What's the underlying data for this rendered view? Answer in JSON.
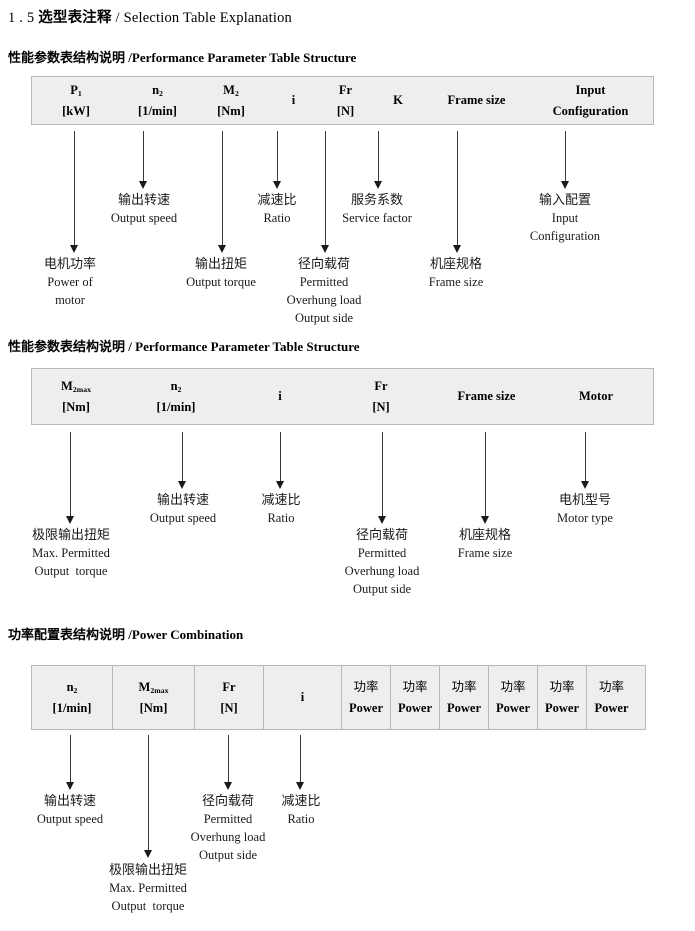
{
  "document": {
    "number": "1 . 5",
    "title_cn": "选型表注释",
    "separator": "/",
    "title_en": "Selection Table Explanation"
  },
  "sections": [
    {
      "heading_cn": "性能参数表结构说明",
      "heading_sep": "/",
      "heading_en": "Performance Parameter Table Structure",
      "table": {
        "columns": [
          {
            "symbol": "P",
            "sub": "1",
            "unit": "[kW]"
          },
          {
            "symbol": "n",
            "sub": "2",
            "unit": "[1/min]"
          },
          {
            "symbol": "M",
            "sub": "2",
            "unit": "[Nm]"
          },
          {
            "symbol": "i",
            "sub": "",
            "unit": ""
          },
          {
            "symbol": "Fr",
            "sub": "",
            "unit": "[N]"
          },
          {
            "symbol": "K",
            "sub": "",
            "unit": ""
          },
          {
            "symbol": "Frame size",
            "sub": "",
            "unit": ""
          },
          {
            "symbol": "Input",
            "sub": "",
            "unit": "Configuration"
          }
        ]
      },
      "notes": [
        {
          "cn": "电机功率",
          "en": [
            "Power of",
            "motor"
          ]
        },
        {
          "cn": "输出转速",
          "en": [
            "Output speed"
          ]
        },
        {
          "cn": "输出扭矩",
          "en": [
            "Output torque"
          ]
        },
        {
          "cn": "减速比",
          "en": [
            "Ratio"
          ]
        },
        {
          "cn": "径向载荷",
          "en": [
            "Permitted",
            "Overhung load",
            "Output side"
          ]
        },
        {
          "cn": "服务系数",
          "en": [
            "Service factor"
          ]
        },
        {
          "cn": "机座规格",
          "en": [
            "Frame size"
          ]
        },
        {
          "cn": "输入配置",
          "en": [
            "Input",
            "Configuration"
          ]
        }
      ]
    },
    {
      "heading_cn": "性能参数表结构说明",
      "heading_sep": "/",
      "heading_en": "Performance Parameter Table Structure",
      "table": {
        "columns": [
          {
            "symbol": "M",
            "sub": "2max",
            "unit": "[Nm]"
          },
          {
            "symbol": "n",
            "sub": "2",
            "unit": "[1/min]"
          },
          {
            "symbol": "i",
            "sub": "",
            "unit": ""
          },
          {
            "symbol": "Fr",
            "sub": "",
            "unit": "[N]"
          },
          {
            "symbol": "Frame size",
            "sub": "",
            "unit": ""
          },
          {
            "symbol": "Motor",
            "sub": "",
            "unit": ""
          }
        ]
      },
      "notes": [
        {
          "cn": "极限输出扭矩",
          "en": [
            "Max. Permitted",
            "Output  torque"
          ]
        },
        {
          "cn": "输出转速",
          "en": [
            "Output speed"
          ]
        },
        {
          "cn": "减速比",
          "en": [
            "Ratio"
          ]
        },
        {
          "cn": "径向载荷",
          "en": [
            "Permitted",
            "Overhung load",
            "Output side"
          ]
        },
        {
          "cn": "机座规格",
          "en": [
            "Frame size"
          ]
        },
        {
          "cn": "电机型号",
          "en": [
            "Motor type"
          ]
        }
      ]
    },
    {
      "heading_cn": "功率配置表结构说明",
      "heading_sep": "/",
      "heading_en": "Power Combination",
      "table": {
        "columns": [
          {
            "symbol": "n",
            "sub": "2",
            "unit": "[1/min]"
          },
          {
            "symbol": "M",
            "sub": "2max",
            "unit": "[Nm]"
          },
          {
            "symbol": "Fr",
            "sub": "",
            "unit": "[N]"
          },
          {
            "symbol": "i",
            "sub": "",
            "unit": ""
          },
          {
            "cn": "功率",
            "unit": "Power"
          },
          {
            "cn": "功率",
            "unit": "Power"
          },
          {
            "cn": "功率",
            "unit": "Power"
          },
          {
            "cn": "功率",
            "unit": "Power"
          },
          {
            "cn": "功率",
            "unit": "Power"
          },
          {
            "cn": "功率",
            "unit": "Power"
          }
        ]
      },
      "notes": [
        {
          "cn": "输出转速",
          "en": [
            "Output speed"
          ]
        },
        {
          "cn": "极限输出扭矩",
          "en": [
            "Max. Permitted",
            "Output  torque"
          ]
        },
        {
          "cn": "径向载荷",
          "en": [
            "Permitted",
            "Overhung load",
            "Output side"
          ]
        },
        {
          "cn": "减速比",
          "en": [
            "Ratio"
          ]
        }
      ]
    }
  ],
  "colors": {
    "table_fill": "#eeeeee",
    "table_border": "#b8b8b8",
    "arrow": "#1a1a1a",
    "text": "#000000"
  }
}
